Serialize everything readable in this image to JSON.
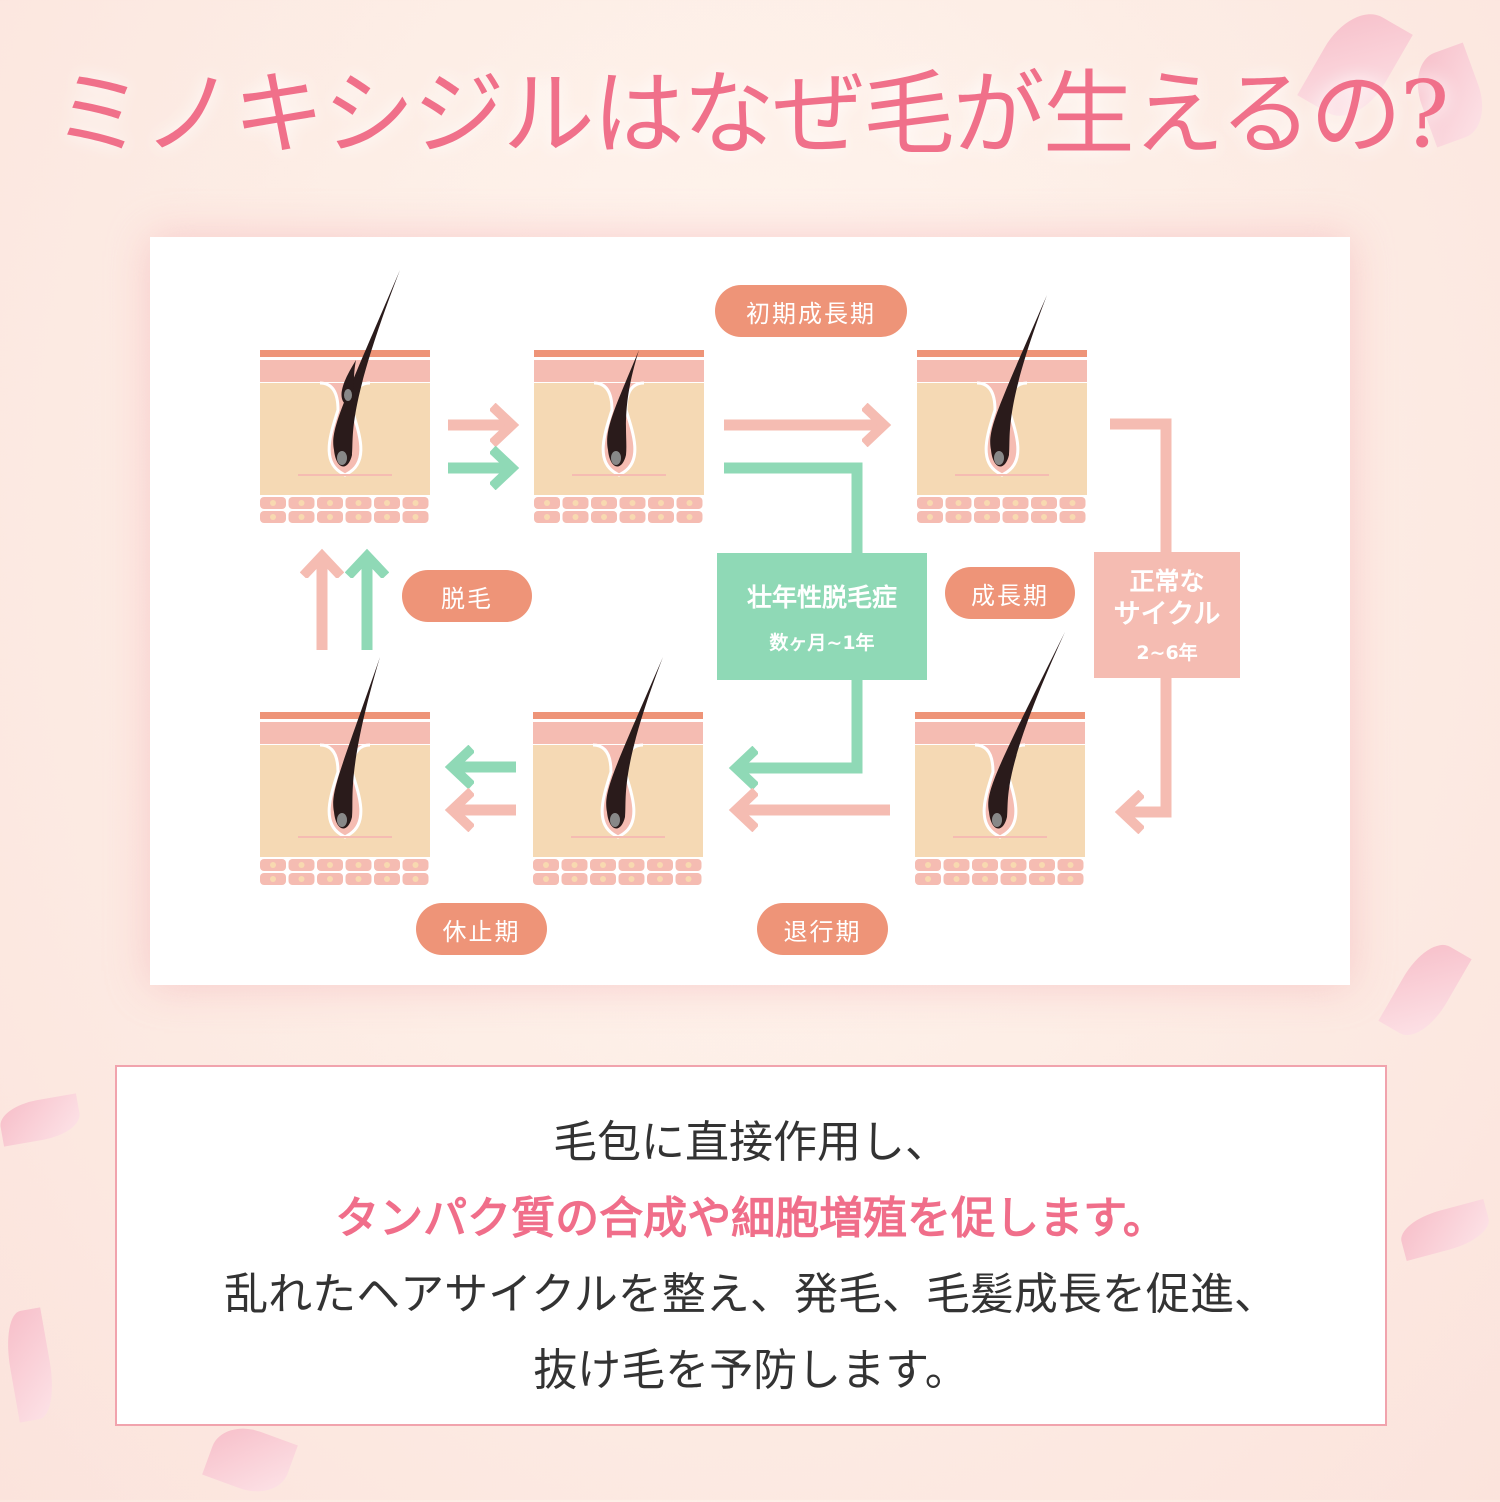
{
  "title": "ミノキシジルはなぜ毛が生えるの?",
  "diagram": {
    "labels": {
      "early_growth": "初期成長期",
      "shedding": "脱毛",
      "growth": "成長期",
      "telogen": "休止期",
      "catagen": "退行期"
    },
    "aga_box": {
      "title": "壮年性脱毛症",
      "duration": "数ヶ月~1年"
    },
    "normal_box": {
      "title_line1": "正常な",
      "title_line2": "サイクル",
      "duration": "2~6年"
    },
    "colors": {
      "pink_arrow": "#f5bcb2",
      "green_arrow": "#8fd9b6",
      "label": "#ee9478",
      "aga": "#8fd9b6",
      "normal": "#f5bcb2"
    }
  },
  "message": {
    "line1": "毛包に直接作用し、",
    "line2": "タンパク質の合成や細胞増殖を促します。",
    "line3": "乱れたヘアサイクルを整え、発毛、毛髪成長を促進、",
    "line4": "抜け毛を予防します。"
  }
}
